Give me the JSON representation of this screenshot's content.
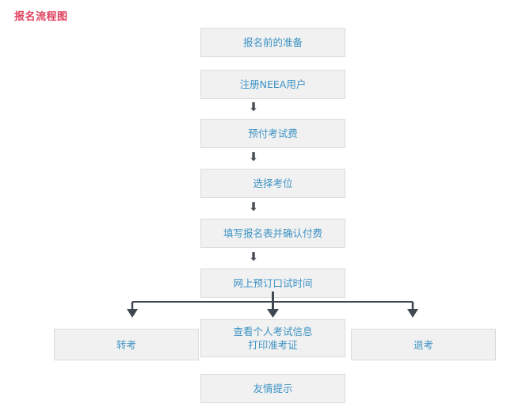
{
  "page": {
    "title": "报名流程图",
    "title_color": "#e0405e",
    "box_fill": "#f1f1f1",
    "box_border": "#dcdcdc",
    "box_text_color": "#3d93c4",
    "connector_color": "#3f4750"
  },
  "flow": {
    "main_steps": [
      {
        "id": "prep",
        "label": "报名前的准备"
      },
      {
        "id": "register",
        "label": "注册NEEA用户"
      },
      {
        "id": "prepay",
        "label": "预付考试费"
      },
      {
        "id": "seat",
        "label": "选择考位"
      },
      {
        "id": "form",
        "label": "填写报名表并确认付费"
      },
      {
        "id": "oral",
        "label": "网上预订口试时间"
      }
    ],
    "branch_steps": [
      {
        "id": "transfer",
        "label": "转考"
      },
      {
        "id": "info",
        "label": "查看个人考试信息\n打印准考证"
      },
      {
        "id": "withdraw",
        "label": "退考"
      }
    ],
    "footer_step": {
      "id": "tips",
      "label": "友情提示"
    },
    "arrow_glyph": "⬇",
    "arrow_count": 4,
    "branch_arrow_count": 3
  }
}
